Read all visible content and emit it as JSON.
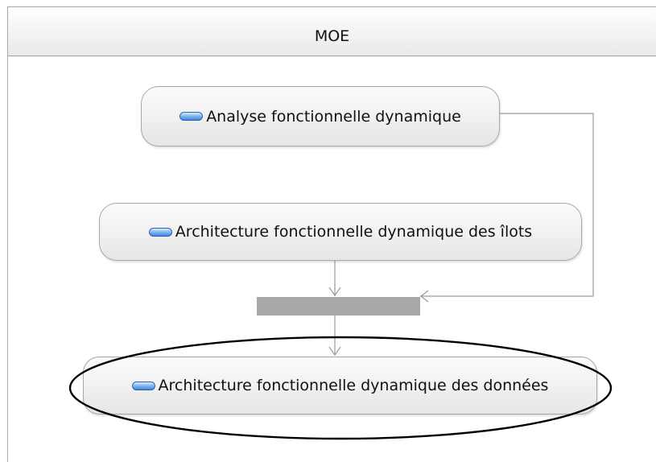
{
  "swimlane": {
    "title": "MOE"
  },
  "actions": [
    {
      "label": "Analyse fonctionnelle dynamique",
      "icon": "action-icon"
    },
    {
      "label": "Architecture fonctionnelle dynamique des îlots",
      "icon": "action-icon"
    },
    {
      "label": "Architecture fonctionnelle dynamique des données",
      "icon": "action-icon"
    }
  ],
  "join": {
    "kind": "synchronization-bar"
  },
  "highlight": {
    "target": "Architecture fonctionnelle dynamique des données"
  },
  "colors": {
    "lane_border": "#a9a9a9",
    "action_border": "#a7a7a7",
    "flow_line": "#9a9a9a",
    "join_bar": "#a8a8a8",
    "icon_blue": "#3f86d8",
    "highlight_ellipse": "#000000"
  }
}
